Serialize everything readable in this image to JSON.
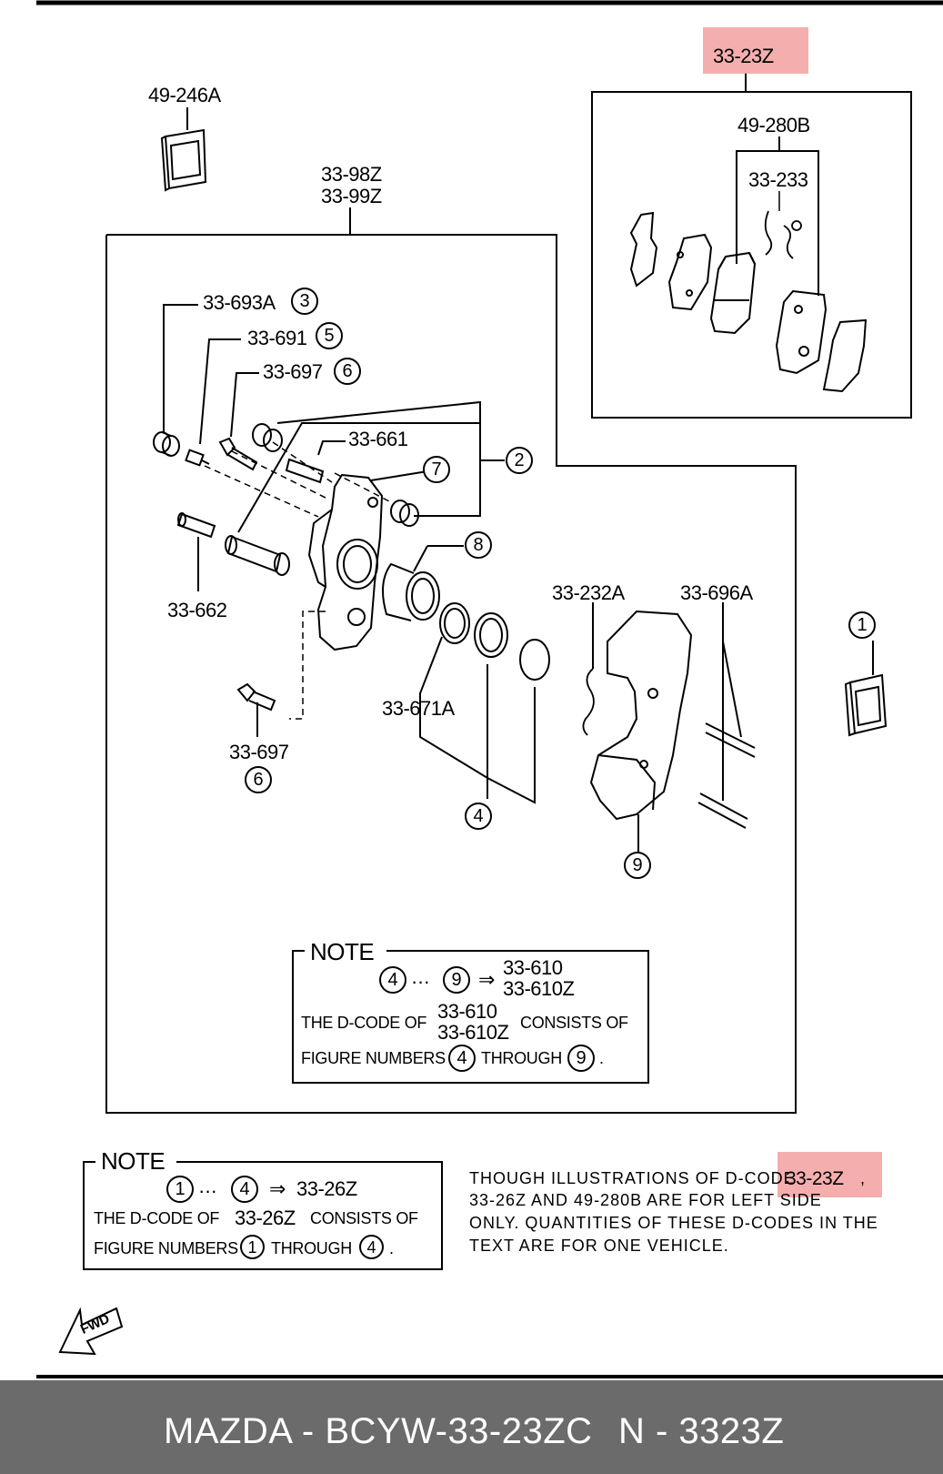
{
  "highlights": {
    "top_code": "33-23Z",
    "note_code": "33-23Z"
  },
  "labels": {
    "l49246A": "49-246A",
    "l3398Z": "33-98Z",
    "l3399Z": "33-99Z",
    "l49280B": "49-280B",
    "l33233": "33-233",
    "l33693A": "33-693A",
    "l33691": "33-691",
    "l33697a": "33-697",
    "l33661": "33-661",
    "l33662": "33-662",
    "l33697b": "33-697",
    "l33671A": "33-671A",
    "l33232A": "33-232A",
    "l33696A": "33-696A"
  },
  "callouts": [
    "1",
    "2",
    "3",
    "4",
    "5",
    "6",
    "7",
    "8",
    "9"
  ],
  "note1": {
    "title": "NOTE",
    "from": "4",
    "dots": "···",
    "to": "9",
    "arrow": "⇒",
    "codes": [
      "33-610",
      "33-610Z"
    ],
    "line2_pre": "THE D-CODE OF",
    "line2_post": "CONSISTS OF",
    "line3_pre": "FIGURE NUMBERS",
    "line3_mid": "THROUGH",
    "line3_end": "."
  },
  "note2": {
    "title": "NOTE",
    "from": "1",
    "dots": "···",
    "to": "4",
    "arrow": "⇒",
    "code": "33-26Z",
    "line2_pre": "THE D-CODE OF",
    "line2_code": "33-26Z",
    "line2_post": "CONSISTS OF",
    "line3_pre": "FIGURE NUMBERS",
    "line3_mid": "THROUGH",
    "line3_end": "."
  },
  "disclaimer": {
    "line1_pre": "THOUGH ILLUSTRATIONS OF D-CODE",
    "line1_code": "33-23Z",
    "line1_post": ",",
    "line2": "33-26Z  AND 49-280B ARE FOR LEFT SIDE",
    "line3": "ONLY. QUANTITIES OF THESE D-CODES IN THE",
    "line4": "TEXT ARE FOR ONE VEHICLE."
  },
  "fwd": "FWD",
  "footer": {
    "left": "MAZDA - BCYW-33-23ZC",
    "right": "N - 3323Z"
  }
}
